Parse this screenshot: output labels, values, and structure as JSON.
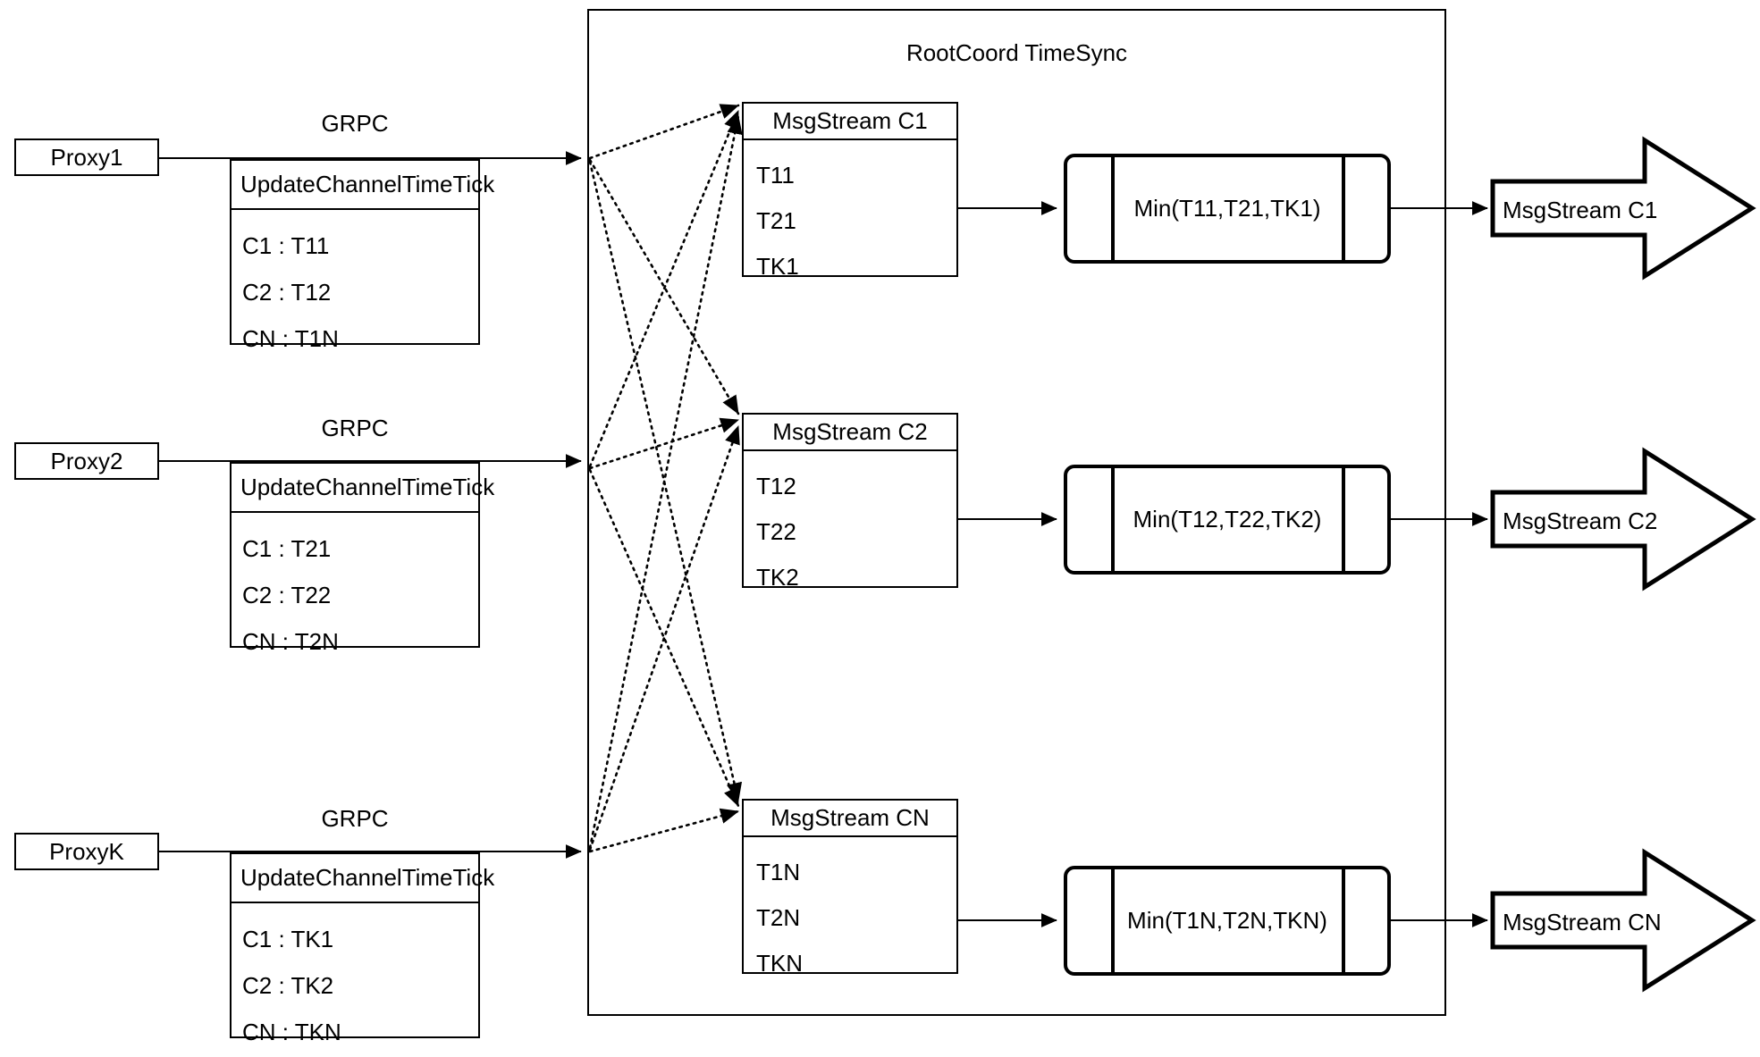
{
  "diagram": {
    "container": {
      "title": "RootCoord TimeSync"
    },
    "rows": [
      {
        "proxy": "Proxy1",
        "protocol": "GRPC",
        "request": {
          "title": "UpdateChannelTimeTick",
          "entries": [
            "C1 :  T11",
            "C2 :  T12",
            "CN : T1N"
          ]
        },
        "msgstream": {
          "title": "MsgStream C1",
          "ticks": [
            "T11",
            "T21",
            "TK1"
          ]
        },
        "min": "Min(T11,T21,TK1)",
        "output": "MsgStream C1"
      },
      {
        "proxy": "Proxy2",
        "protocol": "GRPC",
        "request": {
          "title": "UpdateChannelTimeTick",
          "entries": [
            "C1 :  T21",
            "C2 :  T22",
            "CN : T2N"
          ]
        },
        "msgstream": {
          "title": "MsgStream C2",
          "ticks": [
            "T12",
            "T22",
            "TK2"
          ]
        },
        "min": "Min(T12,T22,TK2)",
        "output": "MsgStream C2"
      },
      {
        "proxy": "ProxyK",
        "protocol": "GRPC",
        "request": {
          "title": "UpdateChannelTimeTick",
          "entries": [
            "C1 :  TK1",
            "C2 :  TK2",
            "CN : TKN"
          ]
        },
        "msgstream": {
          "title": "MsgStream CN",
          "ticks": [
            "T1N",
            "T2N",
            "TKN"
          ]
        },
        "min": "Min(T1N,T2N,TKN)",
        "output": "MsgStream CN"
      }
    ],
    "colors": {
      "stroke": "#000000",
      "background": "#ffffff"
    }
  }
}
